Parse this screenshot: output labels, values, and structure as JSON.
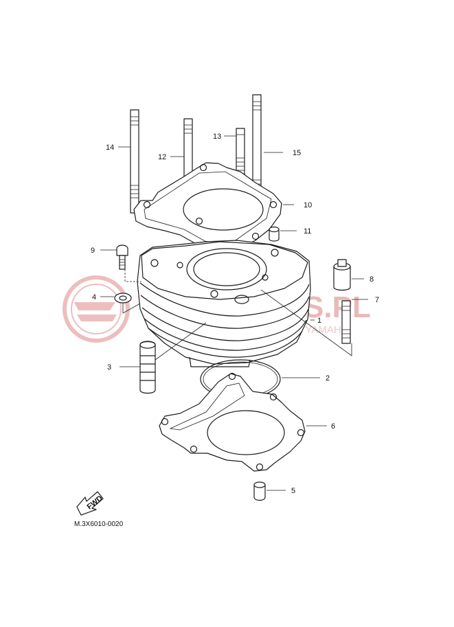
{
  "watermark": {
    "main": "YAMAPARTS.PL",
    "sub": "WEBSHOP DEALER YAMAHA",
    "color": "#e9b9b9"
  },
  "callouts": [
    "1",
    "2",
    "3",
    "4",
    "5",
    "6",
    "7",
    "8",
    "9",
    "10",
    "11",
    "12",
    "13",
    "14",
    "15"
  ],
  "fwd_label": "FWD",
  "diagram_code": "M.3X6010-0020"
}
